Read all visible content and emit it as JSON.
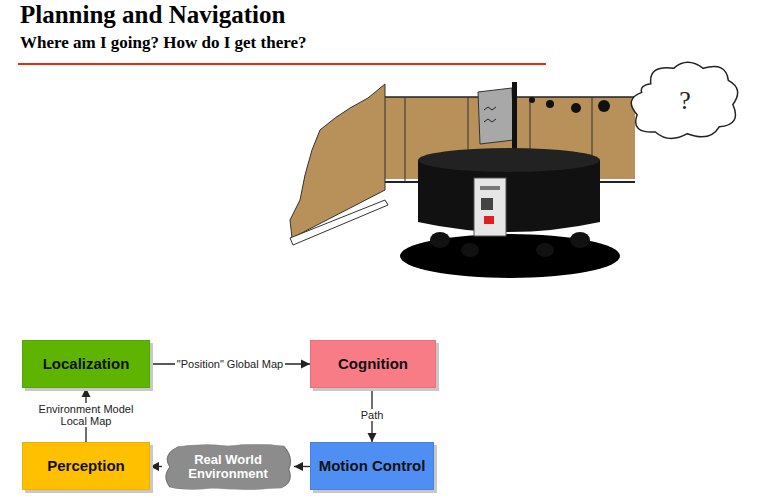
{
  "diagram": {
    "title": "Planning and Navigation",
    "nodes": [
      {
        "text": [
          "Localization"
        ]
      },
      {
        "text": [
          "Cognition"
        ]
      },
      {
        "text": [
          "Motion Control"
        ]
      },
      {
        "text": [
          "Perception"
        ]
      },
      {
        "text": [
          "Real World Environment"
        ]
      },
      {
        "text": [
          "?"
        ]
      }
    ],
    "edges": [
      {
        "from": 0,
        "to": 1,
        "label": "\"Position\" Global Map",
        "arrow": "to"
      },
      {
        "from": 1,
        "to": 2,
        "label": "Path",
        "arrow": "to"
      },
      {
        "from": 2,
        "to": 4,
        "arrow": "to"
      },
      {
        "from": 4,
        "to": 3,
        "arrow": "to"
      },
      {
        "from": 3,
        "to": 0,
        "label": "Environment Model Local Map",
        "arrow": "to"
      }
    ],
    "labels": [
      "Where am I going? How do I get there?"
    ]
  }
}
